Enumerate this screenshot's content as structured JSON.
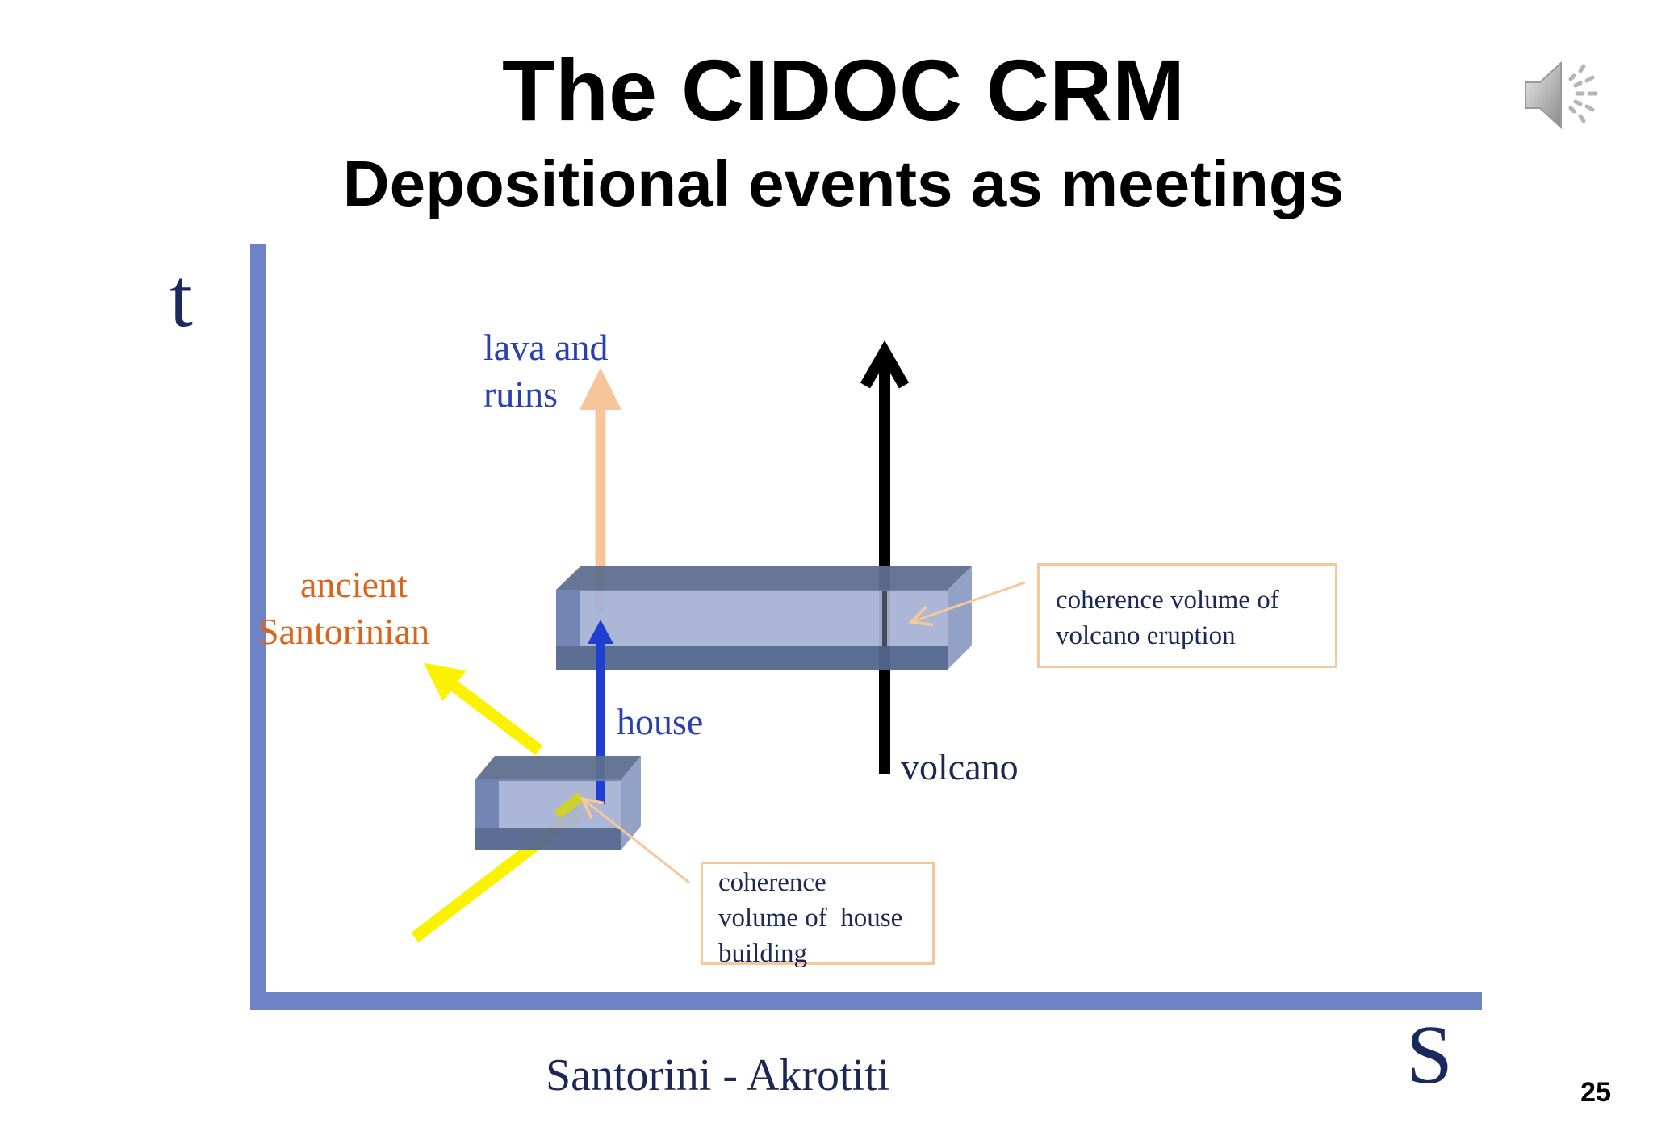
{
  "title": "The CIDOC CRM",
  "subtitle": "Depositional events as meetings",
  "axes": {
    "t_label": "t",
    "s_label": "S"
  },
  "labels": {
    "lava_line1": "lava and",
    "lava_line2": "ruins",
    "ancient_line1": "ancient",
    "ancient_line2": "Santorinian",
    "house": "house",
    "volcano": "volcano",
    "caption": "Santorini - Akrotiti"
  },
  "callouts": {
    "eruption_line1": "coherence volume of",
    "eruption_line2": "volcano eruption",
    "house_line1": "coherence",
    "house_line2": "volume of  house",
    "house_line3": "building"
  },
  "slide_number": "25",
  "icons": {
    "speaker": "speaker-icon"
  },
  "colors": {
    "axis": "#6f82c6",
    "lava_arrow": "#f7c59a",
    "house_arrow": "#1f3fd1",
    "volcano_arrow": "#000000",
    "ancient_arrow": "#fbf200",
    "volume_box": "#5c6d8c",
    "volume_inner": "#a9b3d3"
  }
}
